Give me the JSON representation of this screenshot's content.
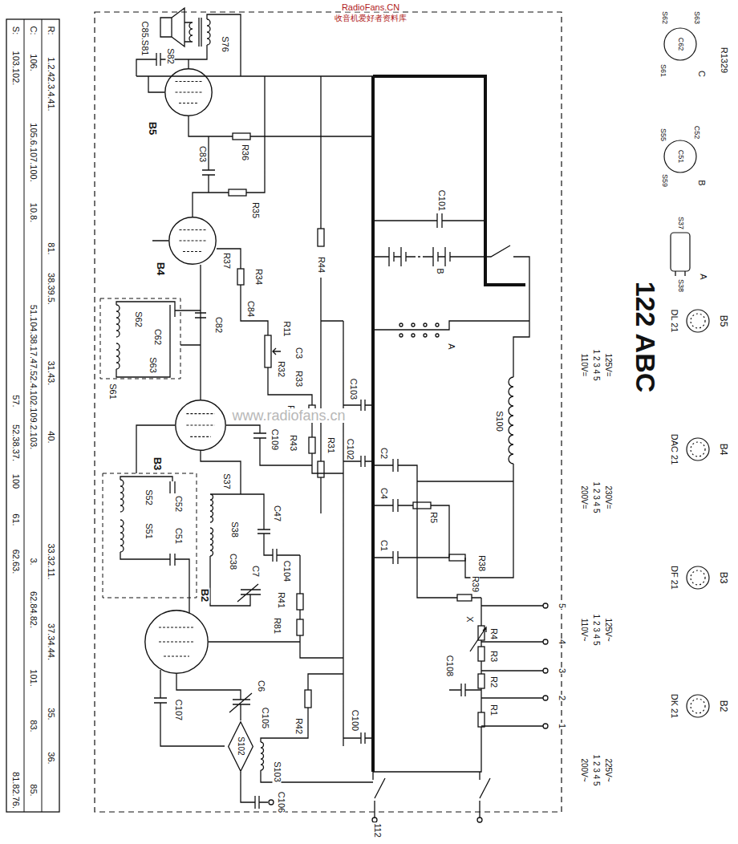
{
  "diagram": {
    "nodes": [
      {
        "text": [
          "B5"
        ]
      },
      {
        "text": [
          "B4"
        ]
      },
      {
        "text": [
          "B3"
        ]
      },
      {
        "text": [
          "B2"
        ]
      },
      {
        "text": [
          "S102"
        ]
      }
    ],
    "labels": [
      "RadioFans.CN",
      "收音机爱好者资料库",
      "R1329",
      "S:",
      "103.102.",
      "57.",
      "52.38.37.",
      "100",
      "61.",
      "62.63.",
      "81.82.76.",
      "C:",
      "106.",
      "105.6.107.100.",
      "10.8.",
      "51.104.38.17.47.52.4.102.109.2.103.",
      "3.",
      "62.84.82.",
      "101.",
      "83.",
      "85.",
      "R:",
      "1.2.42.3.4.41.",
      "81.",
      "38.39.5.",
      "31.43.",
      "40.",
      "33.32.11.",
      "37.34.44.",
      "35.",
      "36.",
      "C85.S81",
      "S82",
      "S76",
      "C83",
      "R36",
      "R35",
      "C101",
      "R37",
      "R34",
      "R44",
      "B",
      "C84",
      "C82",
      "R11",
      "C3",
      "R32",
      "R33",
      "S62",
      "C62",
      "S63",
      "S61",
      "C103",
      "R40",
      "C109",
      "R43",
      "R31",
      "C102",
      "C2",
      "S52",
      "C52",
      "S51",
      "C51",
      "S37",
      "C47",
      "S38",
      "C38",
      "C104",
      "C7",
      "R41",
      "R81",
      "C107",
      "C6",
      "C105",
      "S103",
      "R42",
      "C100",
      "C106",
      "C4",
      "C1",
      "R5",
      "S100",
      "R38",
      "R39",
      "C108",
      "X",
      "R4",
      "R3",
      "R2",
      "R1",
      "A",
      "1",
      "2",
      "3",
      "4",
      "5",
      "110V=",
      "1 2 3 4 5",
      "125V=",
      "200V=",
      "1 2 3 4 5",
      "230V=",
      "110V~",
      "1 2 3 4 5",
      "125V~",
      "200V~",
      "1 2 3 4 5",
      "225V~",
      "122 ABC",
      "DL 21",
      "B5",
      "DAC 21",
      "B4",
      "DF 21",
      "B3",
      "DK 21",
      "B2",
      "S62",
      "S63",
      "C62",
      "S61",
      "C",
      "S55",
      "C52",
      "C51",
      "S59",
      "B",
      "S37",
      "S38",
      "A",
      "112",
      "www.radiofans.cn"
    ]
  }
}
